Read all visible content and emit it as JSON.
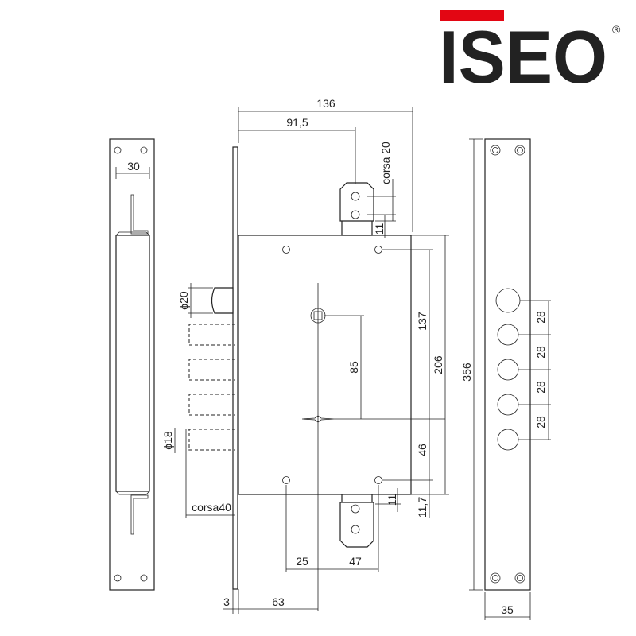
{
  "brand": {
    "logo_text": "ISEO",
    "registered_mark": "®",
    "accent_color": "#e30613",
    "text_color": "#231f20"
  },
  "dimensions": {
    "d136": "136",
    "d91_5": "91,5",
    "corsa20": "corsa 20",
    "d11_top": "11",
    "d137": "137",
    "d206": "206",
    "d85": "85",
    "d46": "46",
    "d11_bottom": "11",
    "d11_7": "11,7",
    "d356": "356",
    "d30": "30",
    "phi20": "ϕ20",
    "phi18": "ϕ18",
    "corsa40": "corsa40",
    "d25": "25",
    "d47": "47",
    "d3": "3",
    "d63": "63",
    "d35": "35",
    "d28_1": "28",
    "d28_2": "28",
    "d28_3": "28",
    "d28_4": "28"
  }
}
